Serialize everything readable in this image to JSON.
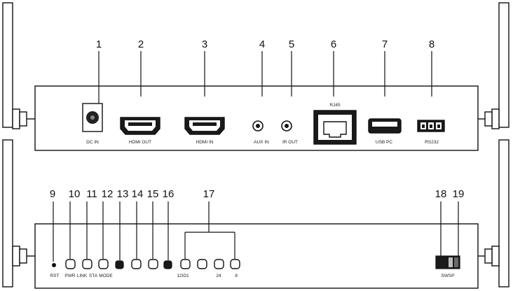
{
  "colors": {
    "line": "#111111",
    "panel": "#ffffff",
    "port_fill": "#1a1a1a"
  },
  "top_panel": {
    "callouts": [
      {
        "num": "1",
        "label": "DC IN"
      },
      {
        "num": "2",
        "label": "HDMI OUT"
      },
      {
        "num": "3",
        "label": "HDMI IN"
      },
      {
        "num": "4",
        "label": "AUX IN"
      },
      {
        "num": "5",
        "label": "IR OUT"
      },
      {
        "num": "6",
        "label": "RJ45"
      },
      {
        "num": "7",
        "label": "USB PC"
      },
      {
        "num": "8",
        "label": "RS232"
      }
    ]
  },
  "bottom_panel": {
    "callouts": [
      "9",
      "10",
      "11",
      "12",
      "13",
      "14",
      "15",
      "16",
      "17",
      "18",
      "19"
    ],
    "labels": {
      "rst": "RST",
      "pwr": "PWR",
      "link": "LINK",
      "sta": "STA",
      "mode": "MODE",
      "id_left": "12ID1",
      "id_24": "24",
      "id_8": "8",
      "swsp": "SWSP"
    }
  }
}
